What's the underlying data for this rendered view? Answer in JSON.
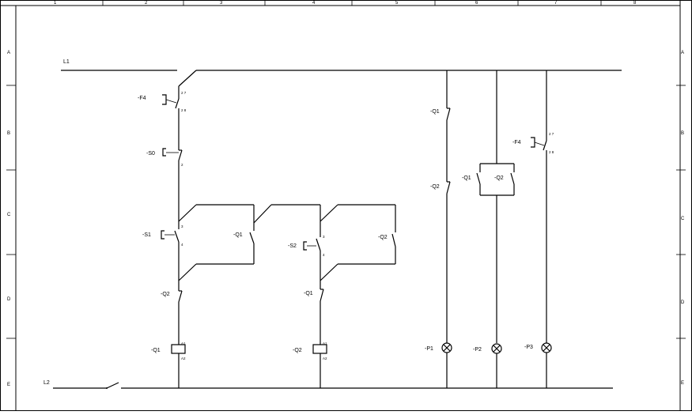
{
  "rulers": {
    "columns": [
      "1",
      "2",
      "3",
      "4",
      "5",
      "6",
      "7",
      "8"
    ],
    "rows": [
      "A",
      "B",
      "C",
      "D",
      "E"
    ]
  },
  "buses": {
    "top": "L1",
    "bottom": "L2"
  },
  "components": {
    "f4_left": {
      "tag": "-F4",
      "pin_a": "2 7",
      "pin_b": "2 8"
    },
    "s0": {
      "tag": "-S0",
      "pin": "2"
    },
    "s1": {
      "tag": "-S1",
      "pin_a": "3",
      "pin_b": "4"
    },
    "q1_hold_left": {
      "tag": "-Q1"
    },
    "s2": {
      "tag": "-S2",
      "pin_a": "3",
      "pin_b": "4"
    },
    "q2_hold_right": {
      "tag": "-Q2"
    },
    "q2_interlock": {
      "tag": "-Q2"
    },
    "q1_interlock": {
      "tag": "-Q1"
    },
    "coil_q1": {
      "tag": "-Q1",
      "pin_a": "A1",
      "pin_b": "A2"
    },
    "coil_q2": {
      "tag": "-Q2",
      "pin_a": "A1",
      "pin_b": "A2"
    },
    "q1_lamp_contact": {
      "tag": "-Q1"
    },
    "q2_lamp_contact": {
      "tag": "-Q2"
    },
    "q1_parallel": {
      "tag": "-Q1"
    },
    "q2_parallel": {
      "tag": "-Q2"
    },
    "f4_right": {
      "tag": "-F4",
      "pin_a": "2 7",
      "pin_b": "2 8"
    },
    "lamp_p1": {
      "tag": "-P1"
    },
    "lamp_p2": {
      "tag": "-P2"
    },
    "lamp_p3": {
      "tag": "-P3"
    }
  }
}
